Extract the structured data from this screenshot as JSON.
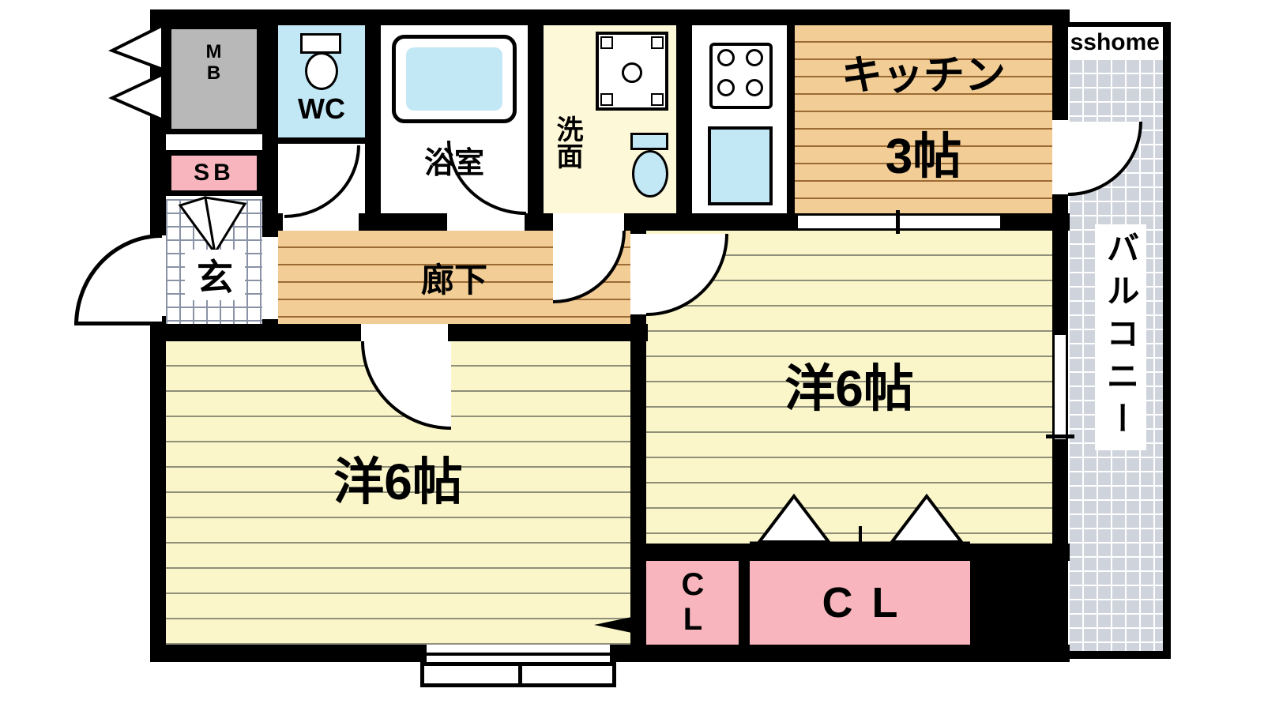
{
  "logo": "sshome",
  "colors": {
    "wall": "#000000",
    "wood_floor": "#f2cd96",
    "room_floor": "#faf6c9",
    "closet_pink": "#f8b5bd",
    "water_blue": "#c2e7f5",
    "washroom_yellow": "#fdf8d8",
    "meter_gray": "#b8b8b8",
    "balcony_tile": "#ced3dc"
  },
  "rooms": {
    "kitchen": {
      "label": "キッチン",
      "size": "3帖"
    },
    "western_room_right": {
      "label": "洋6帖"
    },
    "western_room_left": {
      "label": "洋6帖"
    },
    "hallway": {
      "label": "廊下"
    },
    "bathroom": {
      "label": "浴室"
    },
    "washroom": {
      "label": "洗面"
    },
    "toilet": {
      "label": "WC"
    },
    "entrance": {
      "label": "玄"
    },
    "meter_box": {
      "label": "MB"
    },
    "shoe_box": {
      "label": "SB"
    },
    "closet_small": {
      "label": "CL"
    },
    "closet_large": {
      "label": "CL"
    },
    "balcony": {
      "label": "バルコニー"
    }
  }
}
